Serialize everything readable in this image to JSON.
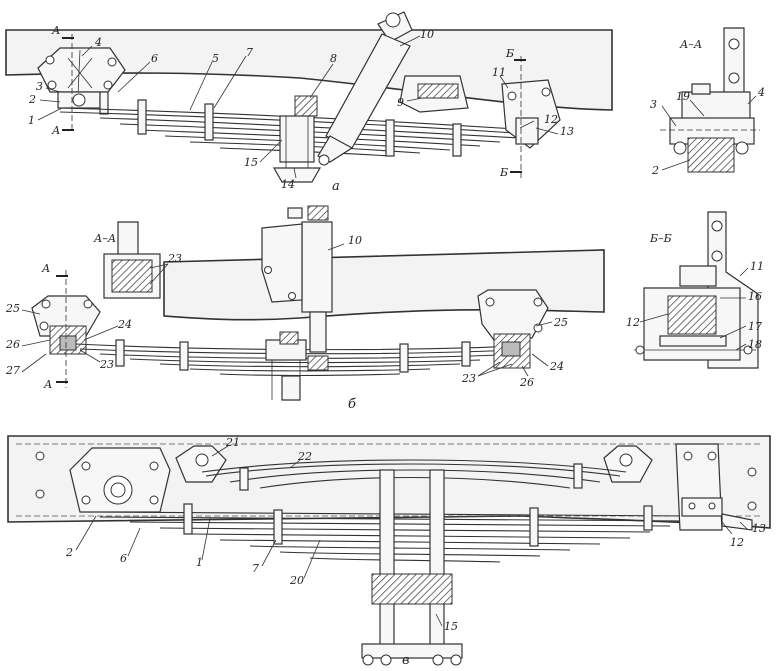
{
  "views": {
    "a": {
      "caption": "а"
    },
    "b": {
      "caption": "б"
    },
    "v": {
      "caption": "в"
    }
  },
  "sections": {
    "aa_top": "А–А",
    "aa_mid": "А–А",
    "bb": "Б–Б",
    "a_letter": "А",
    "b_letter": "Б"
  },
  "labels": {
    "n1": "1",
    "n2": "2",
    "n3": "3",
    "n4": "4",
    "n5": "5",
    "n6": "6",
    "n7": "7",
    "n8": "8",
    "n9": "9",
    "n10": "10",
    "n11": "11",
    "n12": "12",
    "n13": "13",
    "n14": "14",
    "n15": "15",
    "n16": "16",
    "n17": "17",
    "n18": "18",
    "n19": "19",
    "n20": "20",
    "n21": "21",
    "n22": "22",
    "n23": "23",
    "n24": "24",
    "n25": "25",
    "n26": "26",
    "n27": "27"
  }
}
